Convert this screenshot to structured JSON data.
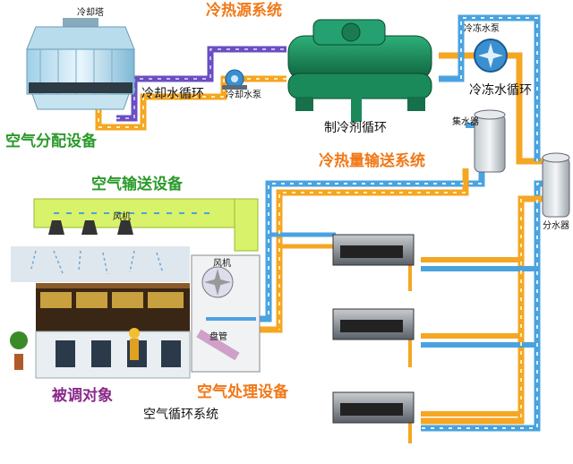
{
  "diagram": {
    "labels": {
      "cooling_tower": "冷却塔",
      "heat_cold_source": "冷热源系统",
      "cooling_water_pump": "冷却水泵",
      "cooling_water_loop": "冷却水循环",
      "chilled_water_pump": "冷冻水泵",
      "chilled_water_loop": "冷冻水循环",
      "refrigerant_loop": "制冷剂循环",
      "water_collector": "集水器",
      "heat_cold_transport": "冷热量输送系统",
      "water_distributor": "分水器",
      "air_distribution": "空气分配设备",
      "air_transport": "空气输送设备",
      "fan_duct": "风机",
      "fan_ahu": "风机",
      "coil": "盘管",
      "conditioned_object": "被调对象",
      "air_handling": "空气处理设备",
      "air_loop": "空气循环系统"
    },
    "colors": {
      "supply_pipe": "#f5a623",
      "return_pipe": "#4aa3df",
      "cooling_pipe": "#6a4fc0",
      "duct": "#d8f26a",
      "chiller": "#1a8a5a"
    }
  }
}
